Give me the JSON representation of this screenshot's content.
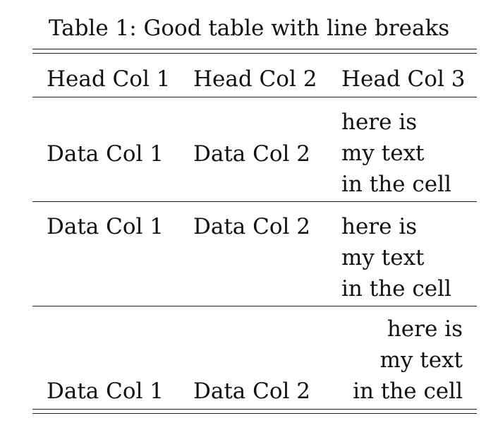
{
  "caption": "Table 1: Good table with line breaks",
  "header": [
    "Head Col 1",
    "Head Col 2",
    "Head Col 3"
  ],
  "rows": [
    {
      "col1": "Data Col 1",
      "col2": "Data Col 2",
      "col3_lines": [
        "here is",
        "my text",
        "in the cell"
      ]
    },
    {
      "col1": "Data Col 1",
      "col2": "Data Col 2",
      "col3_lines": [
        "here is",
        "my text",
        "in the cell"
      ]
    },
    {
      "col1": "Data Col 1",
      "col2": "Data Col 2",
      "col3_lines": [
        "here is",
        "my text",
        "in the cell"
      ]
    }
  ]
}
